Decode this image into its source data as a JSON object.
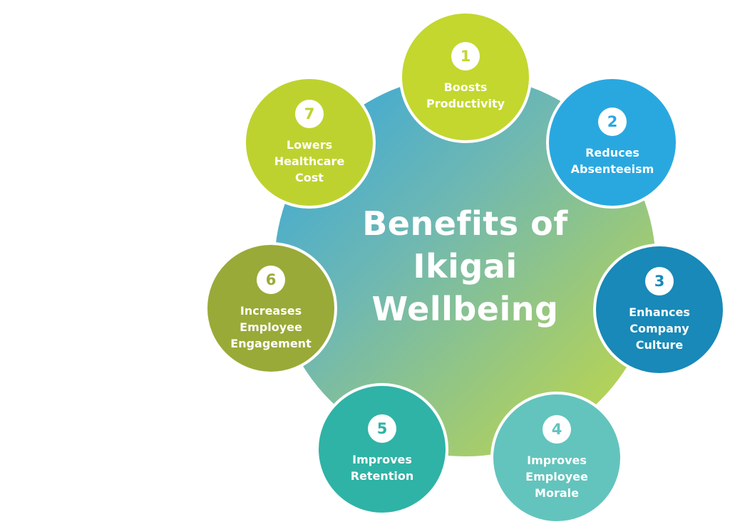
{
  "title": "Benefits of Ikigai Wellbeing",
  "benefits": [
    {
      "number": "1",
      "label": "Boosts\nProductivity",
      "color": "#c3d72f"
    },
    {
      "number": "2",
      "label": "Reduces\nAbsenteeism",
      "color": "#29a8e0"
    },
    {
      "number": "3",
      "label": "Enhances\nCompany\nCulture",
      "color": "#1889b8"
    },
    {
      "number": "4",
      "label": "Improves\nEmployee\nMorale",
      "color": "#63c4bd"
    },
    {
      "number": "5",
      "label": "Improves\nRetention",
      "color": "#2fb3a6"
    },
    {
      "number": "6",
      "label": "Increases\nEmployee\nEngagement",
      "color": "#9aaa38"
    },
    {
      "number": "7",
      "label": "Lowers\nHealthcare\nCost",
      "color": "#bed22f"
    }
  ]
}
